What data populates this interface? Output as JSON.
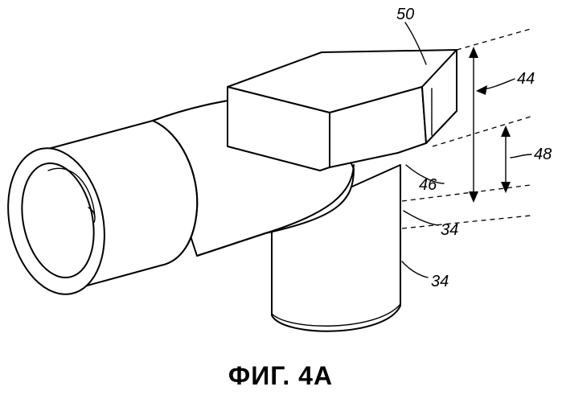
{
  "figure": {
    "caption": "ФИГ. 4A",
    "labels": {
      "l50": "50",
      "l44": "44",
      "l48": "48",
      "l46": "46",
      "l34a": "34",
      "l34b": "34"
    }
  }
}
